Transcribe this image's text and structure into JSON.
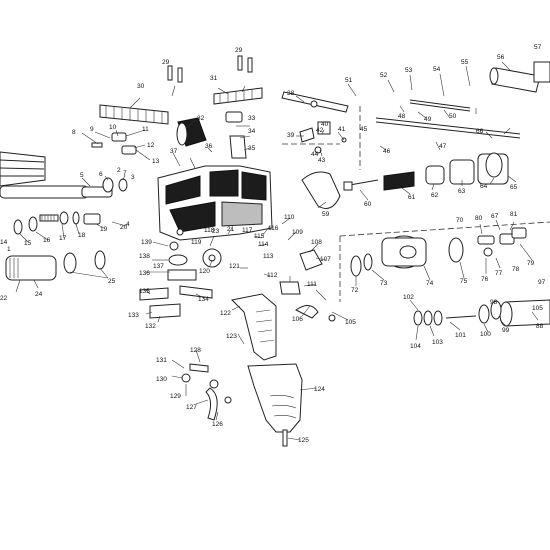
{
  "labels": [
    "1",
    "2",
    "3",
    "4",
    "5",
    "6",
    "7",
    "8",
    "9",
    "10",
    "11",
    "12",
    "13",
    "14",
    "15",
    "16",
    "17",
    "18",
    "19",
    "20",
    "21",
    "22",
    "23",
    "24",
    "25",
    "29",
    "29",
    "30",
    "31",
    "32",
    "33",
    "34",
    "35",
    "36",
    "37",
    "38",
    "39",
    "40",
    "41",
    "42",
    "43",
    "44",
    "45",
    "46",
    "47",
    "48",
    "49",
    "50",
    "51",
    "52",
    "53",
    "54",
    "55",
    "56",
    "57",
    "59",
    "60",
    "61",
    "62",
    "63",
    "64",
    "65",
    "66",
    "67",
    "70",
    "72",
    "73",
    "74",
    "75",
    "76",
    "77",
    "78",
    "79",
    "80",
    "81",
    "88",
    "97",
    "98",
    "99",
    "100",
    "101",
    "102",
    "103",
    "104",
    "105",
    "105",
    "106",
    "107",
    "108",
    "109",
    "110",
    "111",
    "112",
    "113",
    "114",
    "115",
    "116",
    "117",
    "118",
    "119",
    "120",
    "121",
    "122",
    "123",
    "124",
    "125",
    "126",
    "127",
    "128",
    "129",
    "130",
    "131",
    "132",
    "133",
    "134",
    "135",
    "136",
    "137",
    "138",
    "139"
  ]
}
